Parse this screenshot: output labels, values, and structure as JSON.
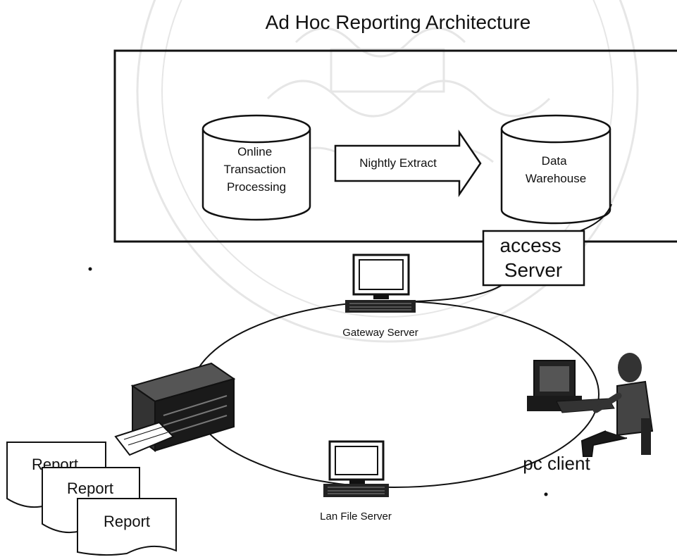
{
  "title": "Ad Hoc Reporting Architecture",
  "oltp": {
    "lines": [
      "Online",
      "Transaction",
      "Processing"
    ]
  },
  "extract": {
    "label": "Nightly Extract"
  },
  "warehouse": {
    "lines": [
      "Data",
      "Warehouse"
    ]
  },
  "access_server": {
    "lines": [
      "access",
      "Server"
    ]
  },
  "gateway": {
    "label": "Gateway Server"
  },
  "lan": {
    "label": "Lan File Server"
  },
  "pc": {
    "label": "pc client"
  },
  "reports": [
    "Report",
    "Report",
    "Report"
  ]
}
